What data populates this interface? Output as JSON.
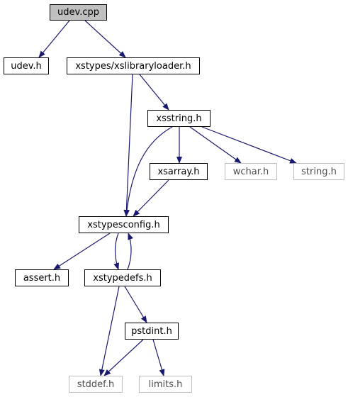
{
  "diagram": {
    "nodes": {
      "udev_cpp": "udev.cpp",
      "udev_h": "udev.h",
      "xslibraryloader_h": "xstypes/xslibraryloader.h",
      "xsstring_h": "xsstring.h",
      "xsarray_h": "xsarray.h",
      "wchar_h": "wchar.h",
      "string_h": "string.h",
      "xstypesconfig_h": "xstypesconfig.h",
      "assert_h": "assert.h",
      "xstypedefs_h": "xstypedefs.h",
      "pstdint_h": "pstdint.h",
      "stddef_h": "stddef.h",
      "limits_h": "limits.h"
    },
    "edges": [
      [
        "udev_cpp",
        "udev_h"
      ],
      [
        "udev_cpp",
        "xslibraryloader_h"
      ],
      [
        "xslibraryloader_h",
        "xsstring_h"
      ],
      [
        "xslibraryloader_h",
        "xstypesconfig_h"
      ],
      [
        "xsstring_h",
        "xsarray_h"
      ],
      [
        "xsstring_h",
        "wchar_h"
      ],
      [
        "xsstring_h",
        "string_h"
      ],
      [
        "xsstring_h",
        "xstypesconfig_h"
      ],
      [
        "xsarray_h",
        "xstypesconfig_h"
      ],
      [
        "xstypesconfig_h",
        "assert_h"
      ],
      [
        "xstypesconfig_h",
        "xstypedefs_h"
      ],
      [
        "xstypedefs_h",
        "xstypesconfig_h"
      ],
      [
        "xstypedefs_h",
        "pstdint_h"
      ],
      [
        "xstypedefs_h",
        "stddef_h"
      ],
      [
        "pstdint_h",
        "stddef_h"
      ],
      [
        "pstdint_h",
        "limits_h"
      ]
    ],
    "colors": {
      "edge": "#191970",
      "node_border": "#000000",
      "root_fill": "#bfbfbf",
      "external_border": "#bfbfbf",
      "external_text": "#4d4d4d"
    }
  }
}
